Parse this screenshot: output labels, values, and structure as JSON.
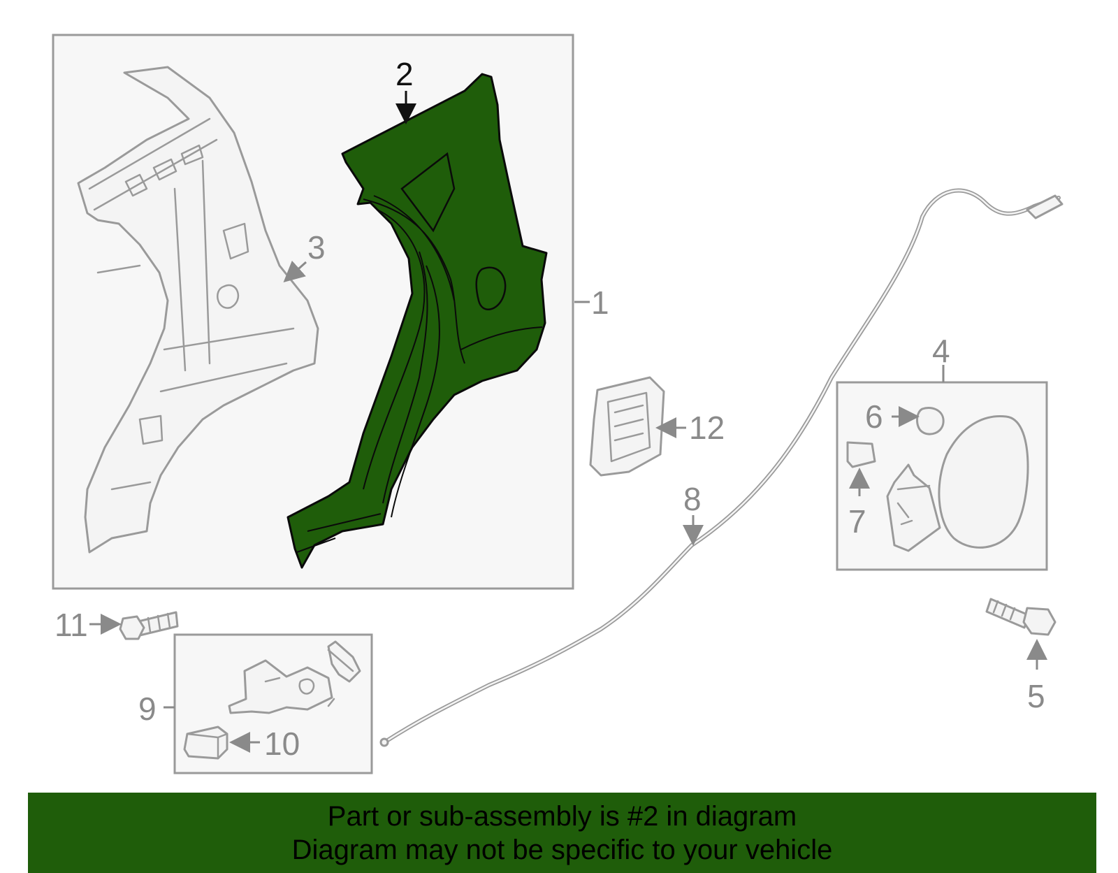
{
  "callouts": {
    "c1": "1",
    "c2": "2",
    "c3": "3",
    "c4": "4",
    "c5": "5",
    "c6": "6",
    "c7": "7",
    "c8": "8",
    "c9": "9",
    "c10": "10",
    "c11": "11",
    "c12": "12"
  },
  "banner": {
    "line1": "Part or sub-assembly is #2 in diagram",
    "line2": "Diagram may not be specific to your vehicle"
  },
  "colors": {
    "highlight": "#1f5d0a",
    "line_art": "#9a9a9a",
    "background": "#ffffff",
    "box_fill": "#f7f7f7"
  }
}
